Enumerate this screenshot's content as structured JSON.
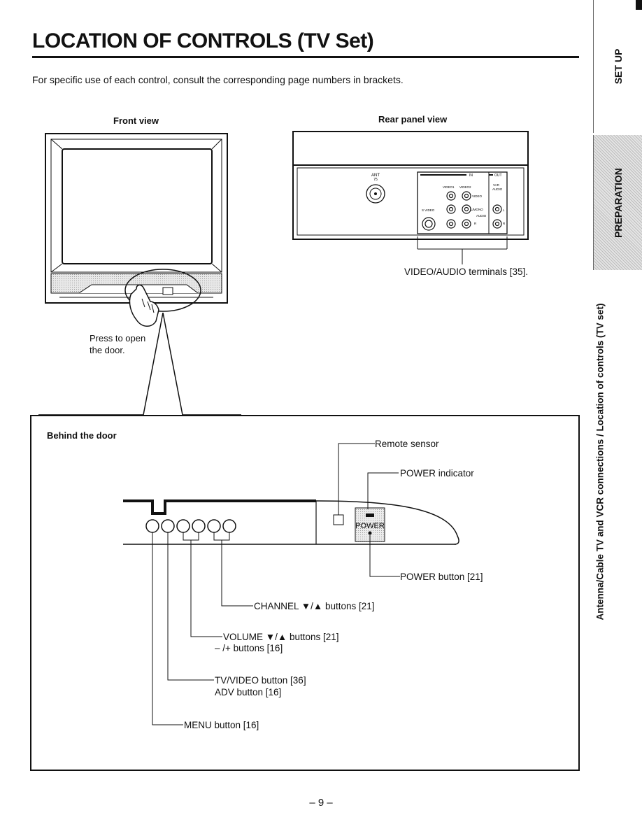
{
  "page": {
    "title": "LOCATION OF CONTROLS (TV Set)",
    "intro": "For specific use of each control, consult the corresponding page numbers in brackets.",
    "page_number": "– 9 –"
  },
  "front_view": {
    "label": "Front view",
    "press_note_line1": "Press to open",
    "press_note_line2": "the door."
  },
  "rear_panel": {
    "label": "Rear panel view",
    "ant_label": "ANT",
    "ant_sub": "75",
    "in_label": "IN",
    "out_label": "OUT",
    "video1": "VIDEO1",
    "video2": "VIDEO2",
    "video": "VIDEO",
    "var_audio_1": "VAR",
    "var_audio_2": "AUDIO",
    "s_video": "S VIDEO",
    "l_mono": "L/MONO",
    "audio": "AUDIO",
    "l": "L",
    "r": "R",
    "terminals_caption": "VIDEO/AUDIO terminals [35]."
  },
  "behind_door": {
    "label": "Behind the door",
    "power_text": "POWER",
    "remote_sensor": "Remote sensor",
    "power_indicator": "POWER indicator",
    "power_button": "POWER button [21]",
    "channel_buttons": "CHANNEL ▼/▲ buttons [21]",
    "volume_buttons_1": "VOLUME ▼/▲ buttons [21]",
    "volume_buttons_2": "– /+ buttons [16]",
    "tv_video_1": "TV/VIDEO button [36]",
    "tv_video_2": "ADV button [16]",
    "menu_button": "MENU button [16]"
  },
  "side_tabs": {
    "setup": "SET UP",
    "preparation": "PREPARATION",
    "section": "Antenna/Cable TV and VCR connections / Location of controls (TV set)"
  }
}
